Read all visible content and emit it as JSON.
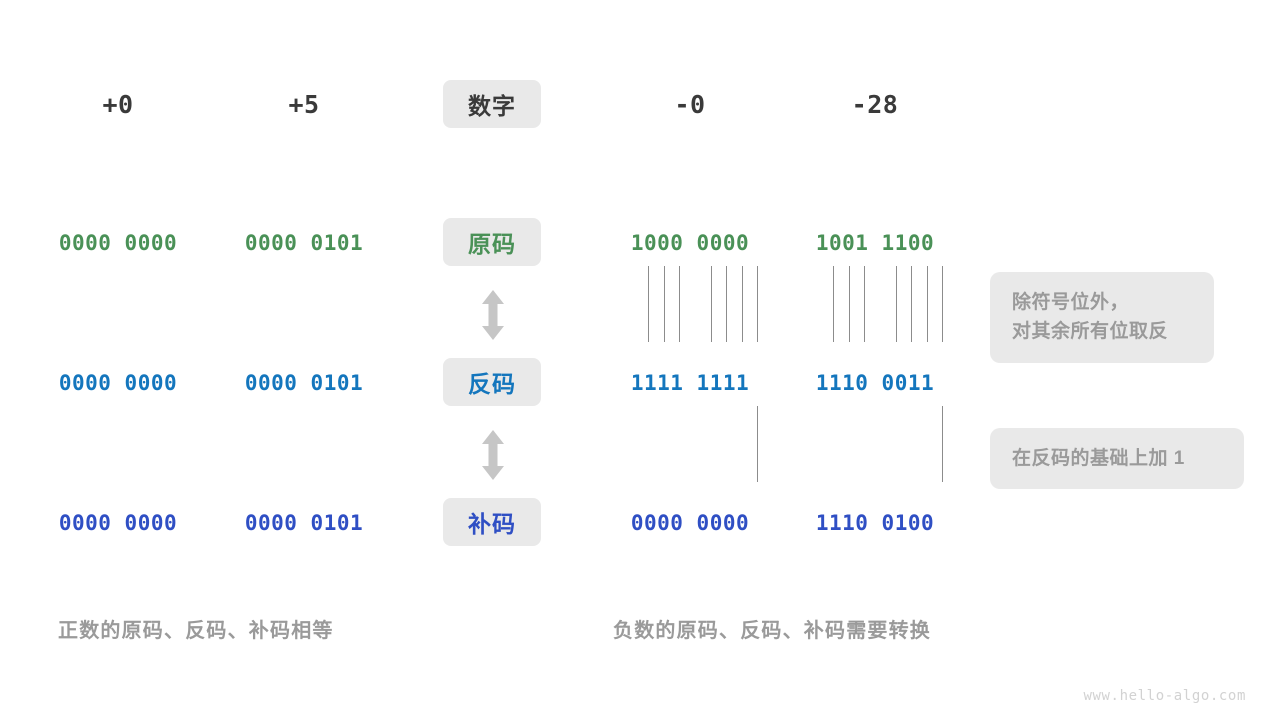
{
  "columns": {
    "positive": [
      {
        "key": "p0",
        "header": "+0"
      },
      {
        "key": "p5",
        "header": "+5"
      }
    ],
    "negative": [
      {
        "key": "n0",
        "header": "-0"
      },
      {
        "key": "n28",
        "header": "-28"
      }
    ]
  },
  "center_labels": {
    "header": "数字",
    "row_one": "原码",
    "row_two": "反码",
    "row_three": "补码"
  },
  "rows": {
    "row_one": {
      "label": "原码",
      "tone": "green",
      "values": {
        "p0": "0000 0000",
        "p5": "0000 0101",
        "n0": "1000 0000",
        "n28": "1001 1100"
      }
    },
    "row_two": {
      "label": "反码",
      "tone": "blue",
      "values": {
        "p0": "0000 0000",
        "p5": "0000 0101",
        "n0": "1111 1111",
        "n28": "1110 0011"
      }
    },
    "row_three": {
      "label": "补码",
      "tone": "indigo",
      "values": {
        "p0": "0000 0000",
        "p5": "0000 0101",
        "n0": "0000 0000",
        "n28": "1110 0100"
      }
    }
  },
  "notes": {
    "flip": {
      "line1": "除符号位外，",
      "line2": "对其余所有位取反"
    },
    "add": {
      "line1": "在反码的基础上加 1"
    }
  },
  "captions": {
    "left": "正数的原码、反码、补码相等",
    "right": "负数的原码、反码、补码需要转换"
  },
  "watermark": "www.hello-algo.com",
  "colors": {
    "green": "#4a9157",
    "blue": "#1476bd",
    "indigo": "#2f4fc4",
    "chip_bg": "#e9e9e9",
    "note_text": "#9a9a9a",
    "connector": "#8c8c8c",
    "arrow": "#c6c6c6"
  },
  "connectors": {
    "flip_bit_count": 7,
    "add_bit_count": 1
  }
}
